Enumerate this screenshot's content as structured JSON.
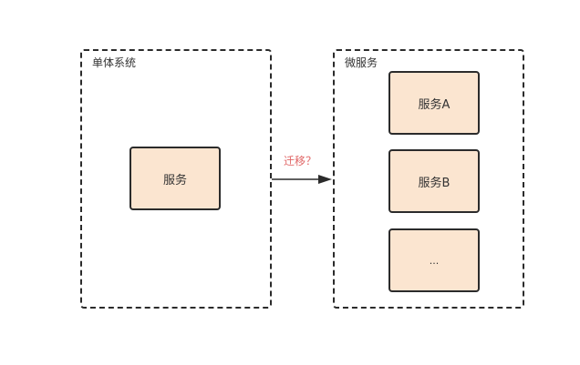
{
  "monolith": {
    "title": "单体系统",
    "service": "服务"
  },
  "microservices": {
    "title": "微服务",
    "services": [
      "服务A",
      "服务B",
      "..."
    ]
  },
  "migration": {
    "label": "迁移？"
  },
  "colors": {
    "service_fill": "#fbe5d0",
    "border": "#2b2b2b",
    "arrow_label": "#e06666"
  }
}
